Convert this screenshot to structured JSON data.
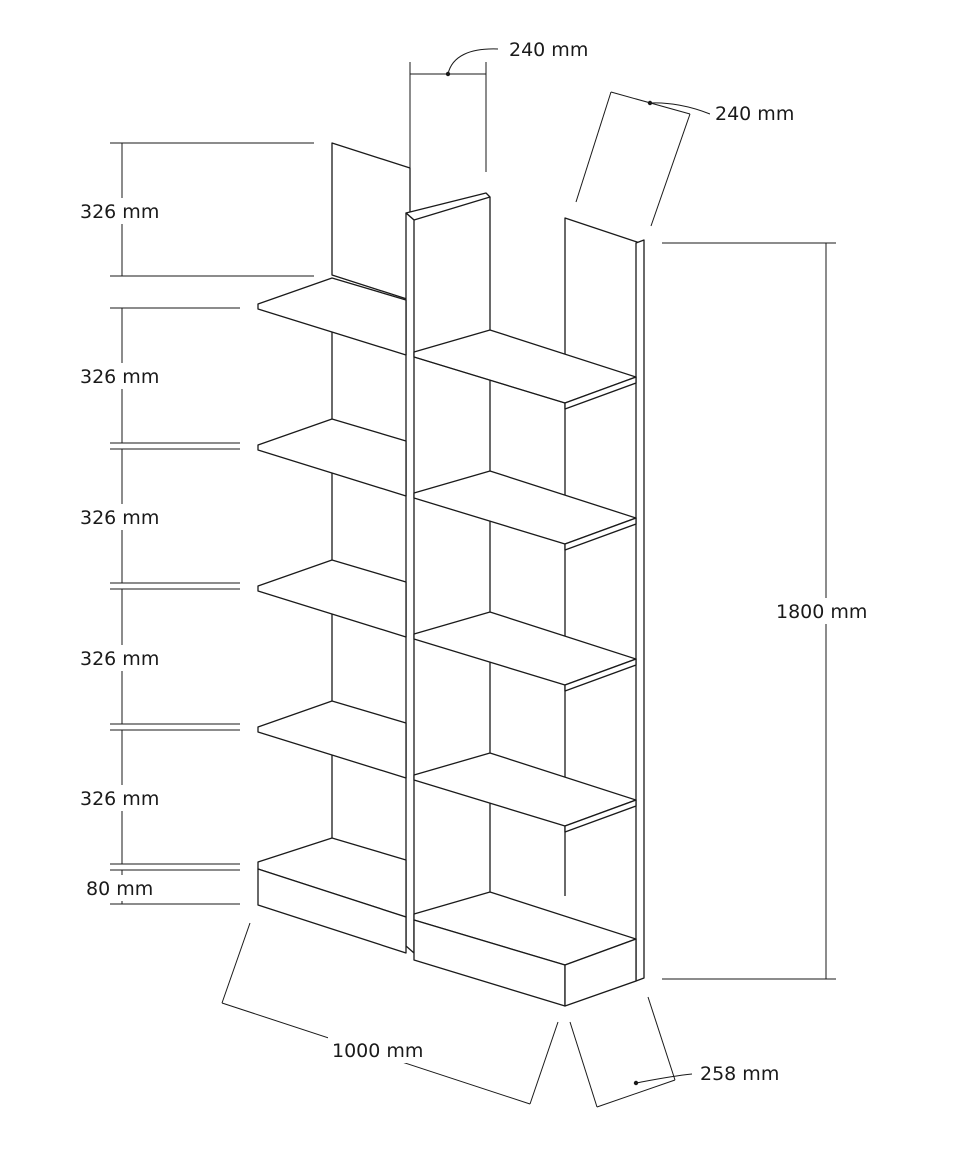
{
  "dimensions": {
    "top_depth_front": "240 mm",
    "top_depth_side": "240 mm",
    "compartment_heights": [
      "326 mm",
      "326 mm",
      "326 mm",
      "326 mm",
      "326 mm"
    ],
    "plinth_height": "80 mm",
    "total_height": "1800 mm",
    "total_width": "1000 mm",
    "base_depth": "258 mm"
  }
}
